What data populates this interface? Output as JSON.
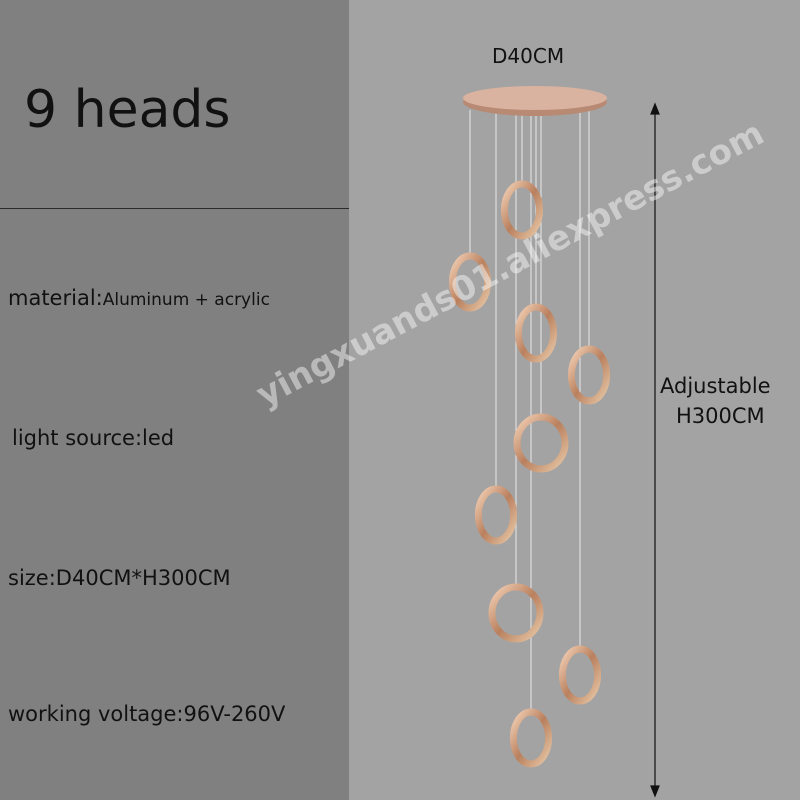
{
  "title": "9 heads",
  "specs": [
    {
      "label": "material:",
      "value": "Aluminum + acrylic"
    },
    {
      "label": "light source:",
      "value": "led"
    },
    {
      "label": "size:",
      "value": "D40CM*H300CM"
    },
    {
      "label": "working voltage:",
      "value": "96V-260V"
    }
  ],
  "diameter_label": "D40CM",
  "height_label_1": "Adjustable",
  "height_label_2": "H300CM",
  "watermark": "yingxuands01.aliexpress.com",
  "colors": {
    "left_panel": "#808080",
    "right_panel": "#a3a3a3",
    "rose_gold": "#c9916f"
  }
}
